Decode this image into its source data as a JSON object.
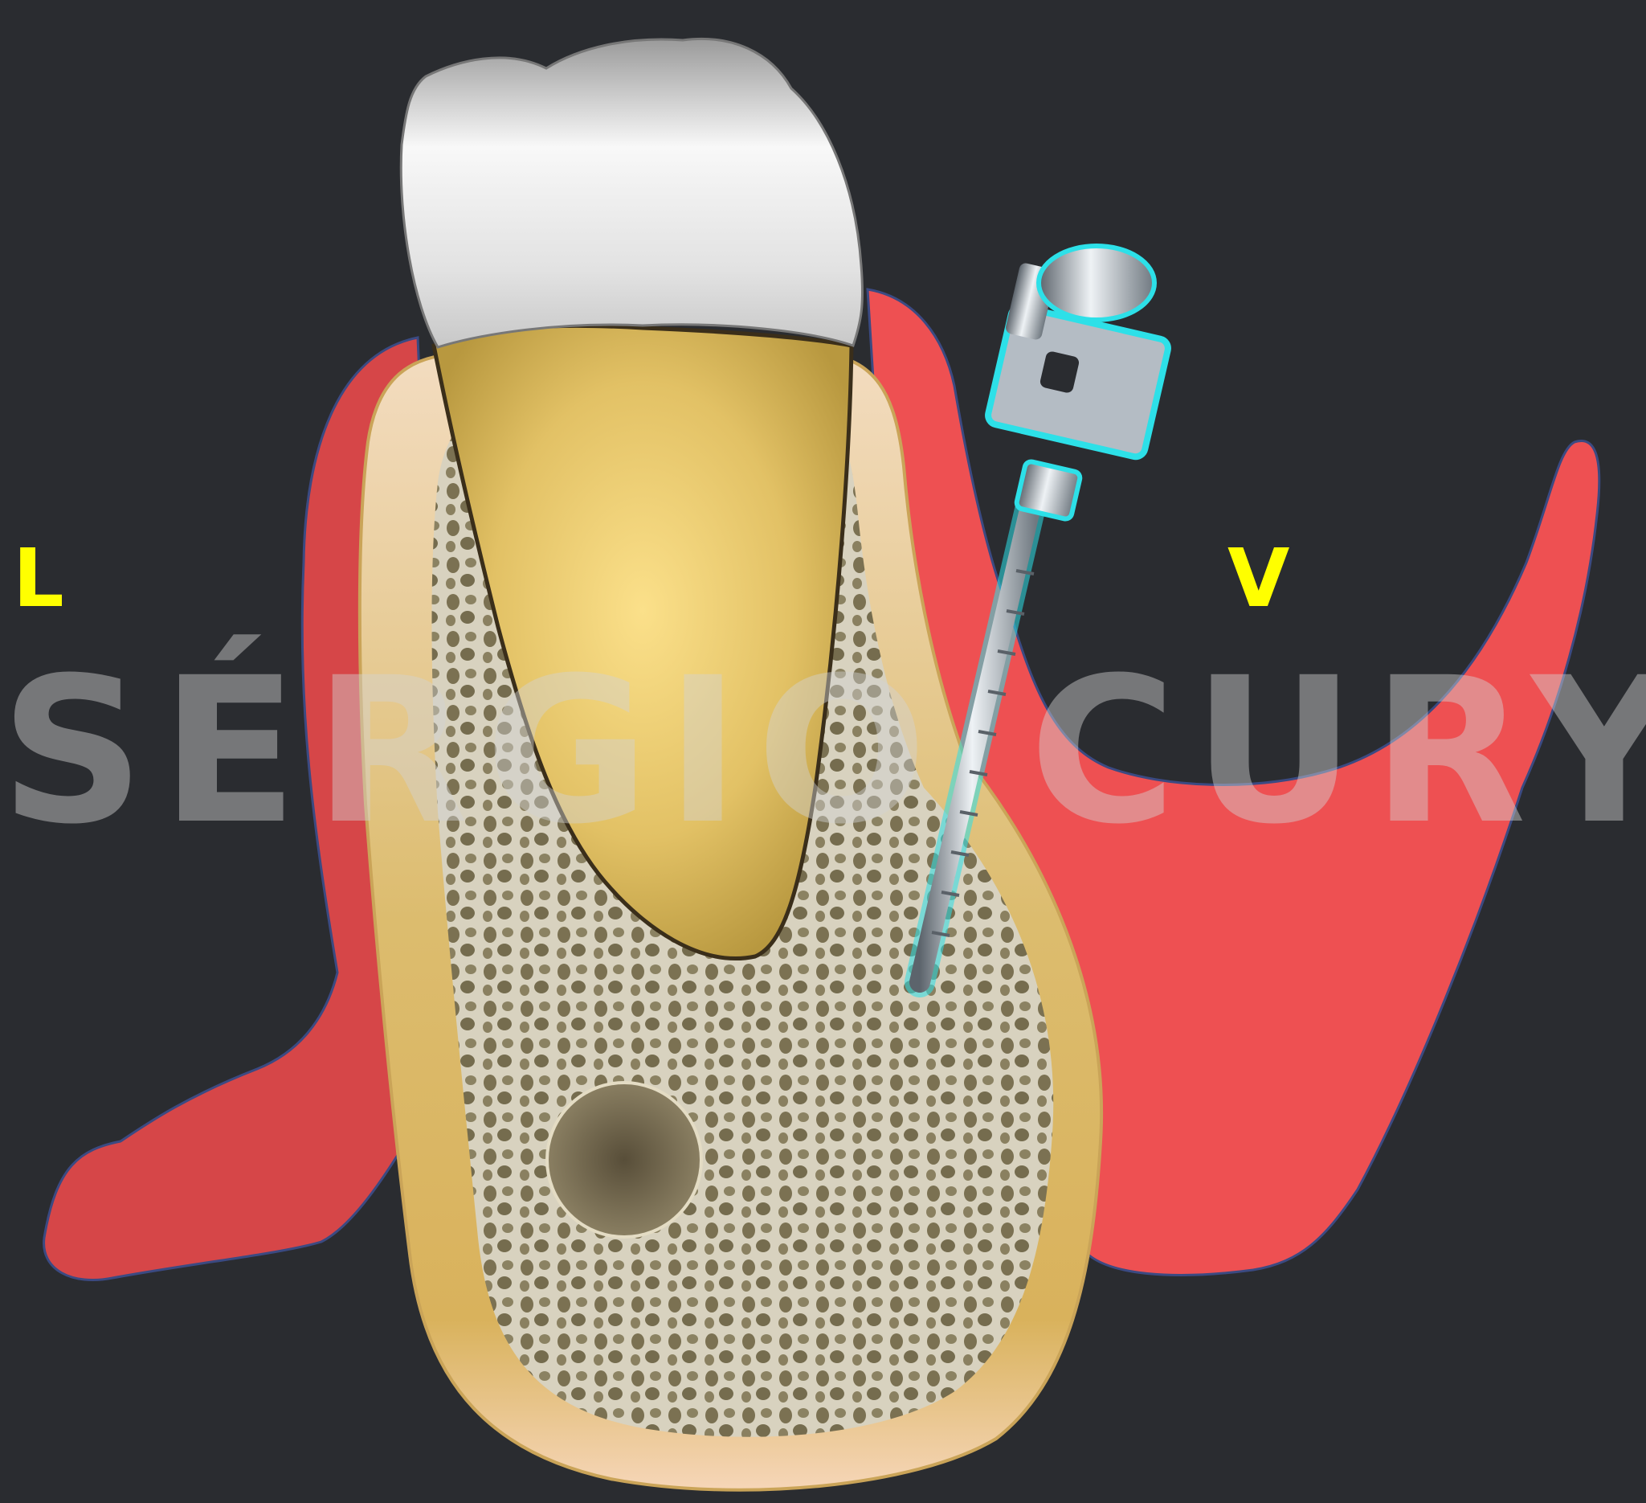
{
  "labels": {
    "lingual": "L",
    "vestibular": "V"
  },
  "watermark": "SÉRGIO CURY",
  "colors": {
    "background": "#2a2c30",
    "gingiva": "#e84c4e",
    "gingiva_outline": "#3b4a82",
    "cortical_bone": "#dcbc6e",
    "enamel": "#e6e6e6",
    "root": "#e6c465",
    "label": "#ffff00",
    "screw_glow": "#2de0e8"
  },
  "elements": [
    {
      "id": "tooth-crown",
      "icon": "tooth-crown-icon"
    },
    {
      "id": "tooth-root",
      "icon": "tooth-root-icon"
    },
    {
      "id": "alveolar-bone",
      "icon": "bone-icon"
    },
    {
      "id": "mandibular-canal",
      "icon": "canal-icon"
    },
    {
      "id": "orthodontic-miniscrew",
      "icon": "screw-icon"
    }
  ]
}
